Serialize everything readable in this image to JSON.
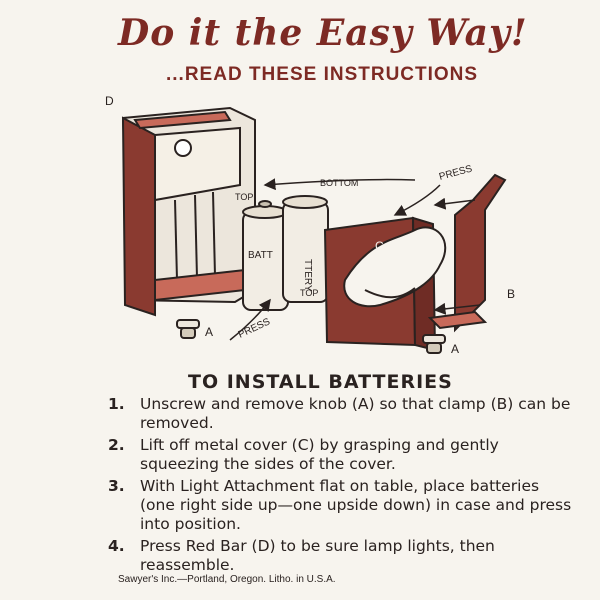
{
  "header": {
    "title": "Do it the Easy Way!",
    "subtitle": "...READ THESE INSTRUCTIONS"
  },
  "illustration": {
    "labels": {
      "d": "D",
      "top_upper": "TOP",
      "bottom": "BOTTOM",
      "press_upper": "PRESS",
      "c": "C",
      "b": "B",
      "top_lower": "TOP",
      "press_lower": "PRESS",
      "a_left": "A",
      "a_right": "A",
      "battery_1": "BATT",
      "battery_2": "TTERY"
    }
  },
  "instructions": {
    "heading": "TO INSTALL BATTERIES",
    "steps": [
      {
        "num": "1.",
        "text": "Unscrew and remove knob (A) so that clamp (B) can be removed."
      },
      {
        "num": "2.",
        "text": "Lift off metal cover (C) by grasping and gently squeezing the sides of the cover."
      },
      {
        "num": "3.",
        "text": "With Light Attachment flat on table, place batteries (one right side up—one upside down) in case and press into position."
      },
      {
        "num": "4.",
        "text": "Press Red Bar (D) to be sure lamp lights, then reassemble."
      }
    ]
  },
  "footer": {
    "text": "Sawyer's Inc.—Portland, Oregon. Litho. in U.S.A."
  }
}
